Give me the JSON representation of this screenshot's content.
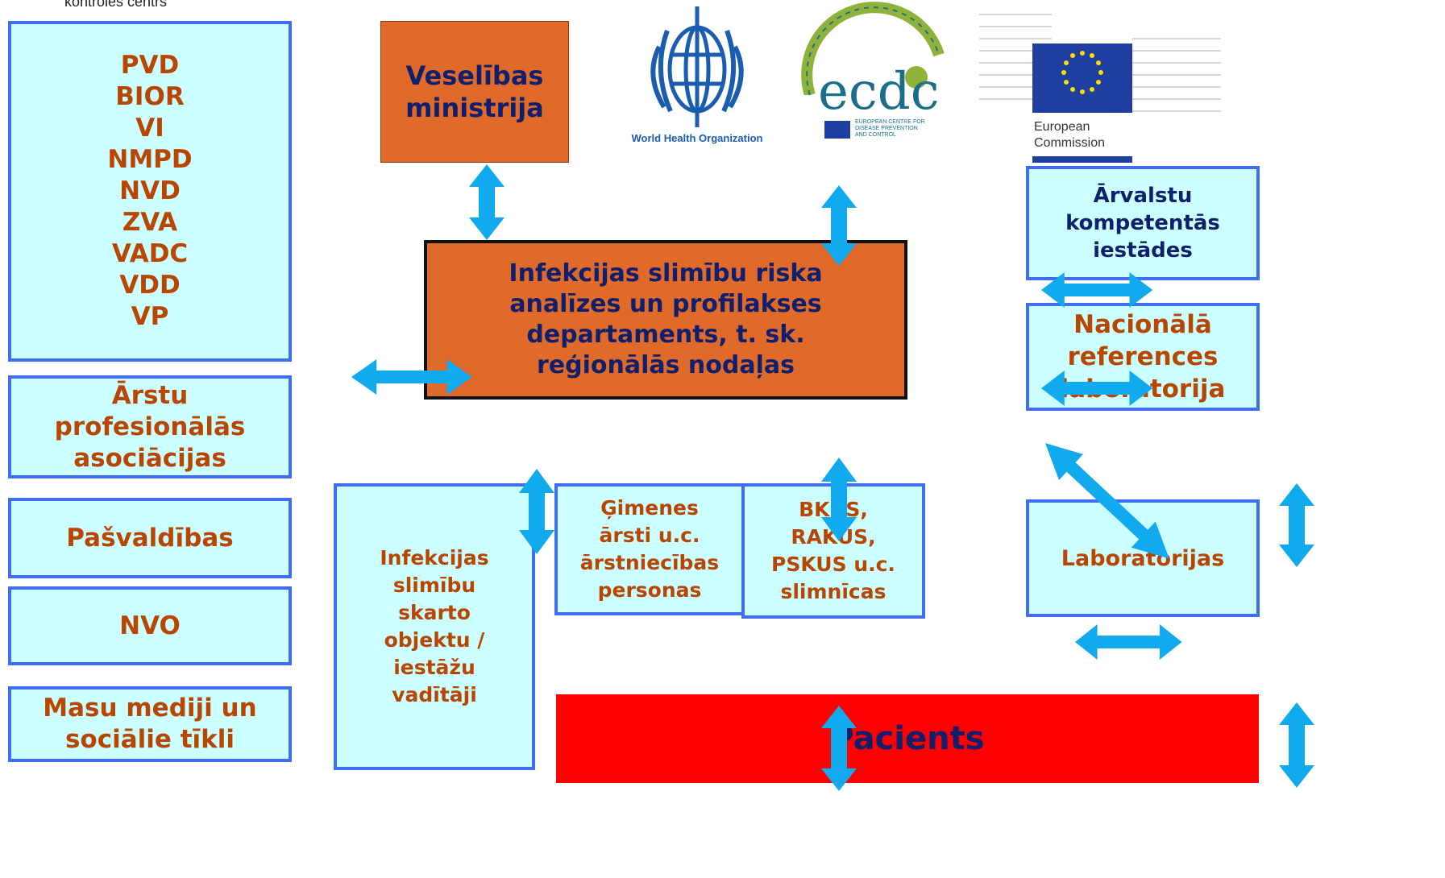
{
  "top_caption": "kontroles centrs",
  "agencies": [
    "PVD",
    "BIOR",
    "VI",
    "NMPD",
    "NVD",
    "ZVA",
    "VADC",
    "VDD",
    "VP"
  ],
  "ministry": [
    "Veselības",
    "ministrija"
  ],
  "central_department": [
    "Infekcijas slimību riska",
    "analīzes un profilakses",
    "departaments, t. sk.",
    "reģionālās nodaļas"
  ],
  "foreign_authorities": [
    "Ārvalstu",
    "kompetentās",
    "iestādes"
  ],
  "reference_lab": [
    "Nacionālā",
    "references",
    "laboratorija"
  ],
  "associations": [
    "Ārstu",
    "profesionālās",
    "asociācijas"
  ],
  "municipalities": "Pašvaldības",
  "ngo": "NVO",
  "media": [
    "Masu mediji un",
    "sociālie tīkli"
  ],
  "facility_heads": [
    "Infekcijas",
    "slimību",
    "skarto",
    "objektu /",
    "iestāžu",
    "vadītāji"
  ],
  "family_doctors": [
    "Ģimenes",
    "ārsti u.c.",
    "ārstniecības",
    "personas"
  ],
  "hospitals": [
    "BKUS,",
    "RAKUS,",
    "PSKUS u.c.",
    "slimnīcas"
  ],
  "laboratories": "Laboratorijas",
  "patient": "Pacients",
  "logos": {
    "who": "World Health Organization",
    "ecdc_mark": "ecdc",
    "ecdc_text": [
      "EUROPEAN CENTRE FOR",
      "DISEASE PREVENTION",
      "AND CONTROL"
    ],
    "ec_text": [
      "European",
      "Commission"
    ]
  },
  "colors": {
    "box_fill": "#ccffff",
    "box_border": "#3f6ff0",
    "central_fill": "#e06a2a",
    "patient_fill": "#ff0000",
    "arrow": "#11aaee",
    "dark_red_text": "#b84500",
    "navy_text": "#0f1f6b"
  }
}
